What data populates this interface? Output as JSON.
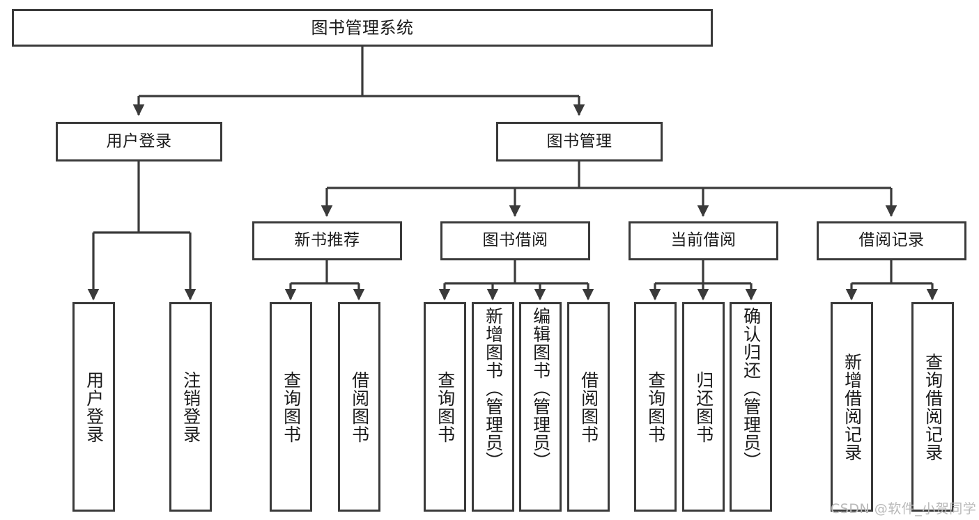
{
  "diagram": {
    "type": "tree-hierarchy",
    "title": "图书管理系统",
    "watermark": "CSDN @软件_小贺同学",
    "colors": {
      "box_border": "#3a3a3a",
      "box_fill": "#ffffff",
      "connector": "#3a3a3a",
      "text": "#1a1a1a",
      "watermark": "#b9b9b9",
      "background": "#ffffff"
    },
    "root": {
      "label": "图书管理系统"
    },
    "level1": [
      {
        "label": "用户登录"
      },
      {
        "label": "图书管理"
      }
    ],
    "level2": [
      {
        "label": "新书推荐"
      },
      {
        "label": "图书借阅"
      },
      {
        "label": "当前借阅"
      },
      {
        "label": "借阅记录"
      }
    ],
    "leaves": {
      "user_login": [
        {
          "label": "用户登录"
        },
        {
          "label": "注销登录"
        }
      ],
      "new_book": [
        {
          "label": "查询图书"
        },
        {
          "label": "借阅图书"
        }
      ],
      "book_borrow": [
        {
          "label": "查询图书"
        },
        {
          "label": "新增图书（管理员）"
        },
        {
          "label": "编辑图书（管理员）"
        },
        {
          "label": "借阅图书"
        }
      ],
      "current_borrow": [
        {
          "label": "查询图书"
        },
        {
          "label": "归还图书"
        },
        {
          "label": "确认归还（管理员）"
        }
      ],
      "borrow_record": [
        {
          "label": "新增借阅记录"
        },
        {
          "label": "查询借阅记录"
        }
      ]
    }
  }
}
